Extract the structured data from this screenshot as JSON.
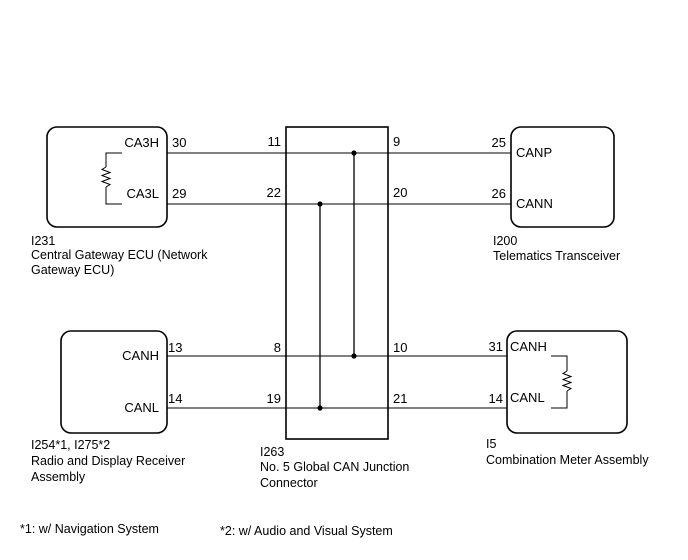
{
  "gateway": {
    "pins": {
      "ca3h": "CA3H",
      "ca3l": "CA3L",
      "n30": "30",
      "n29": "29"
    },
    "code": "I231",
    "name_line1": "Central Gateway ECU (Network",
    "name_line2": "Gateway ECU)"
  },
  "telematics": {
    "pins": {
      "canp": "CANP",
      "cann": "CANN",
      "n25": "25",
      "n26": "26"
    },
    "code": "I200",
    "name": "Telematics Transceiver"
  },
  "radio": {
    "pins": {
      "canh": "CANH",
      "canl": "CANL",
      "n13": "13",
      "n14": "14"
    },
    "code": "I254*1, I275*2",
    "name_line1": "Radio and Display Receiver",
    "name_line2": "Assembly"
  },
  "meter": {
    "pins": {
      "canh": "CANH",
      "canl": "CANL",
      "n31": "31",
      "n14": "14"
    },
    "code": "I5",
    "name": "Combination Meter Assembly"
  },
  "junction": {
    "pins": {
      "n11": "11",
      "n22": "22",
      "n8": "8",
      "n19": "19",
      "n9": "9",
      "n20": "20",
      "n10": "10",
      "n21": "21"
    },
    "code": "I263",
    "name_line1": "No. 5 Global CAN Junction",
    "name_line2": "Connector"
  },
  "notes": {
    "note1": "*1: w/ Navigation System",
    "note2": "*2: w/ Audio and Visual System"
  }
}
